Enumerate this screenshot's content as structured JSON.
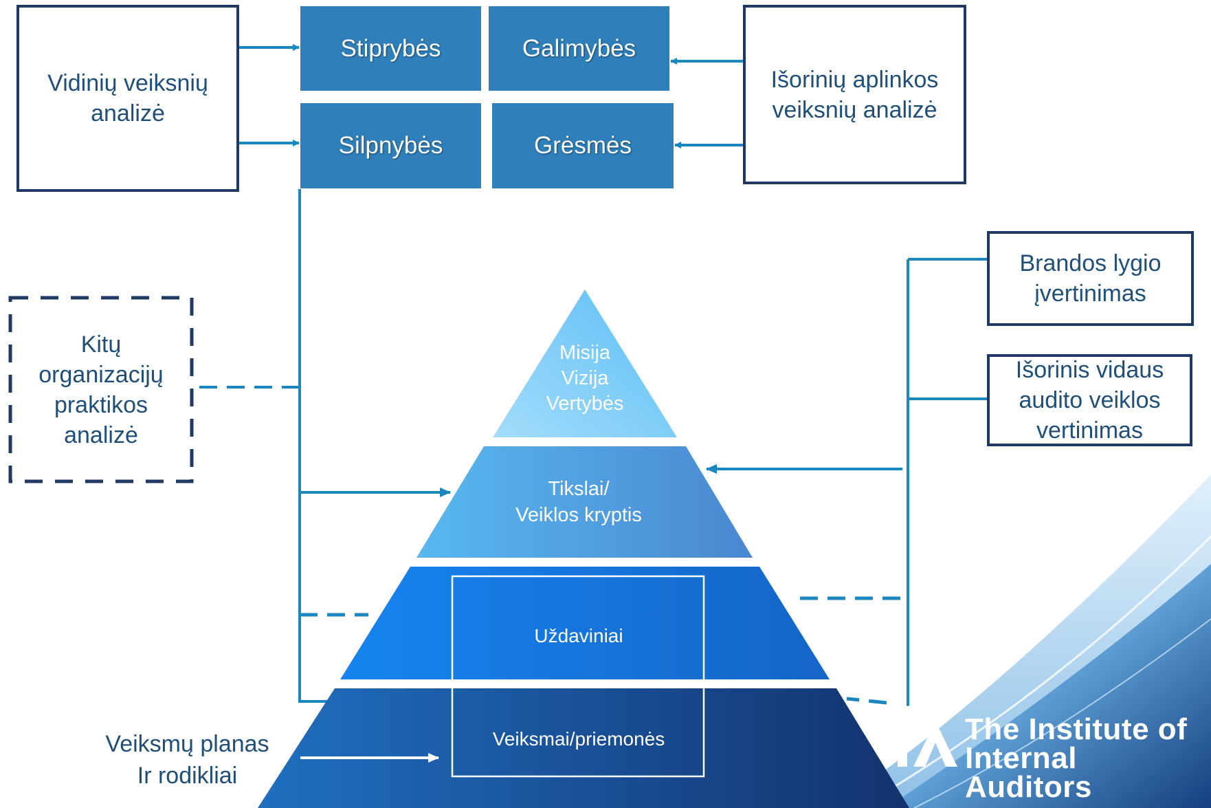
{
  "internal_analysis": {
    "label": "Vidinių veiksnių\nanalizė"
  },
  "external_analysis": {
    "label": "Išorinių aplinkos\nveiksnių analizė"
  },
  "swot": {
    "strengths": "Stiprybės",
    "opportunities": "Galimybės",
    "weaknesses": "Silpnybės",
    "threats": "Grėsmės"
  },
  "other_orgs": {
    "label": "Kitų\norganizacijų\npraktikos\nanalizė"
  },
  "maturity": {
    "label": "Brandos lygio\nįvertinimas"
  },
  "external_assessment": {
    "label": "Išorinis vidaus\naudito veiklos\nvertinimas"
  },
  "pyramid": {
    "level1": "Misija\nVizija\nVertybės",
    "level2": "Tikslai/\nVeiklos kryptis",
    "level3": "Uždaviniai",
    "level4": "Veiksmai/priemonės"
  },
  "action_plan": {
    "label": "Veiksmų planas\nIr rodikliai"
  },
  "logo": {
    "text": "The Institute of\nInternal Auditors"
  },
  "colors": {
    "accent": "#1a87c0",
    "dark_navy": "#1f3864",
    "swot_box": "#2e7fba"
  }
}
